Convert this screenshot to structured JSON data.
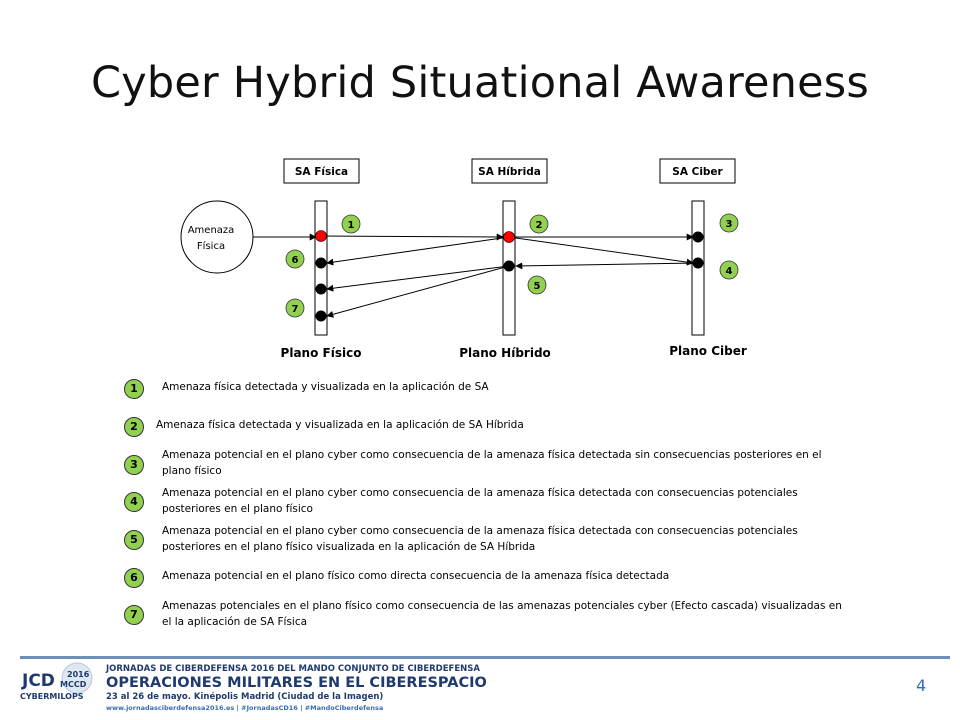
{
  "title": "Cyber Hybrid Situational Awareness",
  "diagram": {
    "header_boxes": [
      "SA Física",
      "SA Híbrida",
      "SA Ciber"
    ],
    "threat_lines": [
      "Amenaza",
      "Física"
    ],
    "plane_labels": [
      "Plano Físico",
      "Plano Híbrido",
      "Plano Ciber"
    ],
    "badges": [
      "1",
      "2",
      "3",
      "4",
      "5",
      "6",
      "7"
    ]
  },
  "legend": [
    {
      "num": "1",
      "text": "Amenaza física detectada y visualizada en la aplicación de SA"
    },
    {
      "num": "2",
      "text": "Amenaza física detectada y visualizada en la aplicación de SA Híbrida"
    },
    {
      "num": "3",
      "text": "Amenaza potencial en el plano cyber como consecuencia de la amenaza física detectada sin consecuencias posteriores en el plano físico"
    },
    {
      "num": "4",
      "text": "Amenaza potencial en el plano cyber como consecuencia de la amenaza física detectada con consecuencias potenciales posteriores en el plano físico"
    },
    {
      "num": "5",
      "text": "Amenaza potencial en el plano cyber como consecuencia de la amenaza física detectada con consecuencias potenciales posteriores en el plano físico visualizada en la aplicación de SA Híbrida"
    },
    {
      "num": "6",
      "text": "Amenaza potencial en el plano físico como directa consecuencia de la amenaza física detectada"
    },
    {
      "num": "7",
      "text": "Amenazas potenciales en el plano físico como consecuencia de las amenazas potenciales cyber (Efecto cascada) visualizadas en el la aplicación de SA Física"
    }
  ],
  "footer": {
    "logo_lines": [
      "JCD",
      "2016",
      "MCCD",
      "CYBERMILOPS"
    ],
    "line1": "JORNADAS DE CIBERDEFENSA 2016 DEL MANDO CONJUNTO DE CIBERDEFENSA",
    "line2": "OPERACIONES MILITARES EN EL CIBERESPACIO",
    "line3": "23 al 26 de mayo. Kinépolis Madrid (Ciudad de la Imagen)",
    "line4": "www.jornadasciberdefensa2016.es  |  #JornadasCD16  |  #MandoCiberdefensa",
    "page_number": "4"
  },
  "colors": {
    "badge": "#92d050",
    "red_dot": "#ff0000",
    "black_dot": "#000000",
    "footer_blue": "#1f3a6e",
    "footer_line": "#6d8fb8",
    "page_number": "#2e6fb5"
  }
}
